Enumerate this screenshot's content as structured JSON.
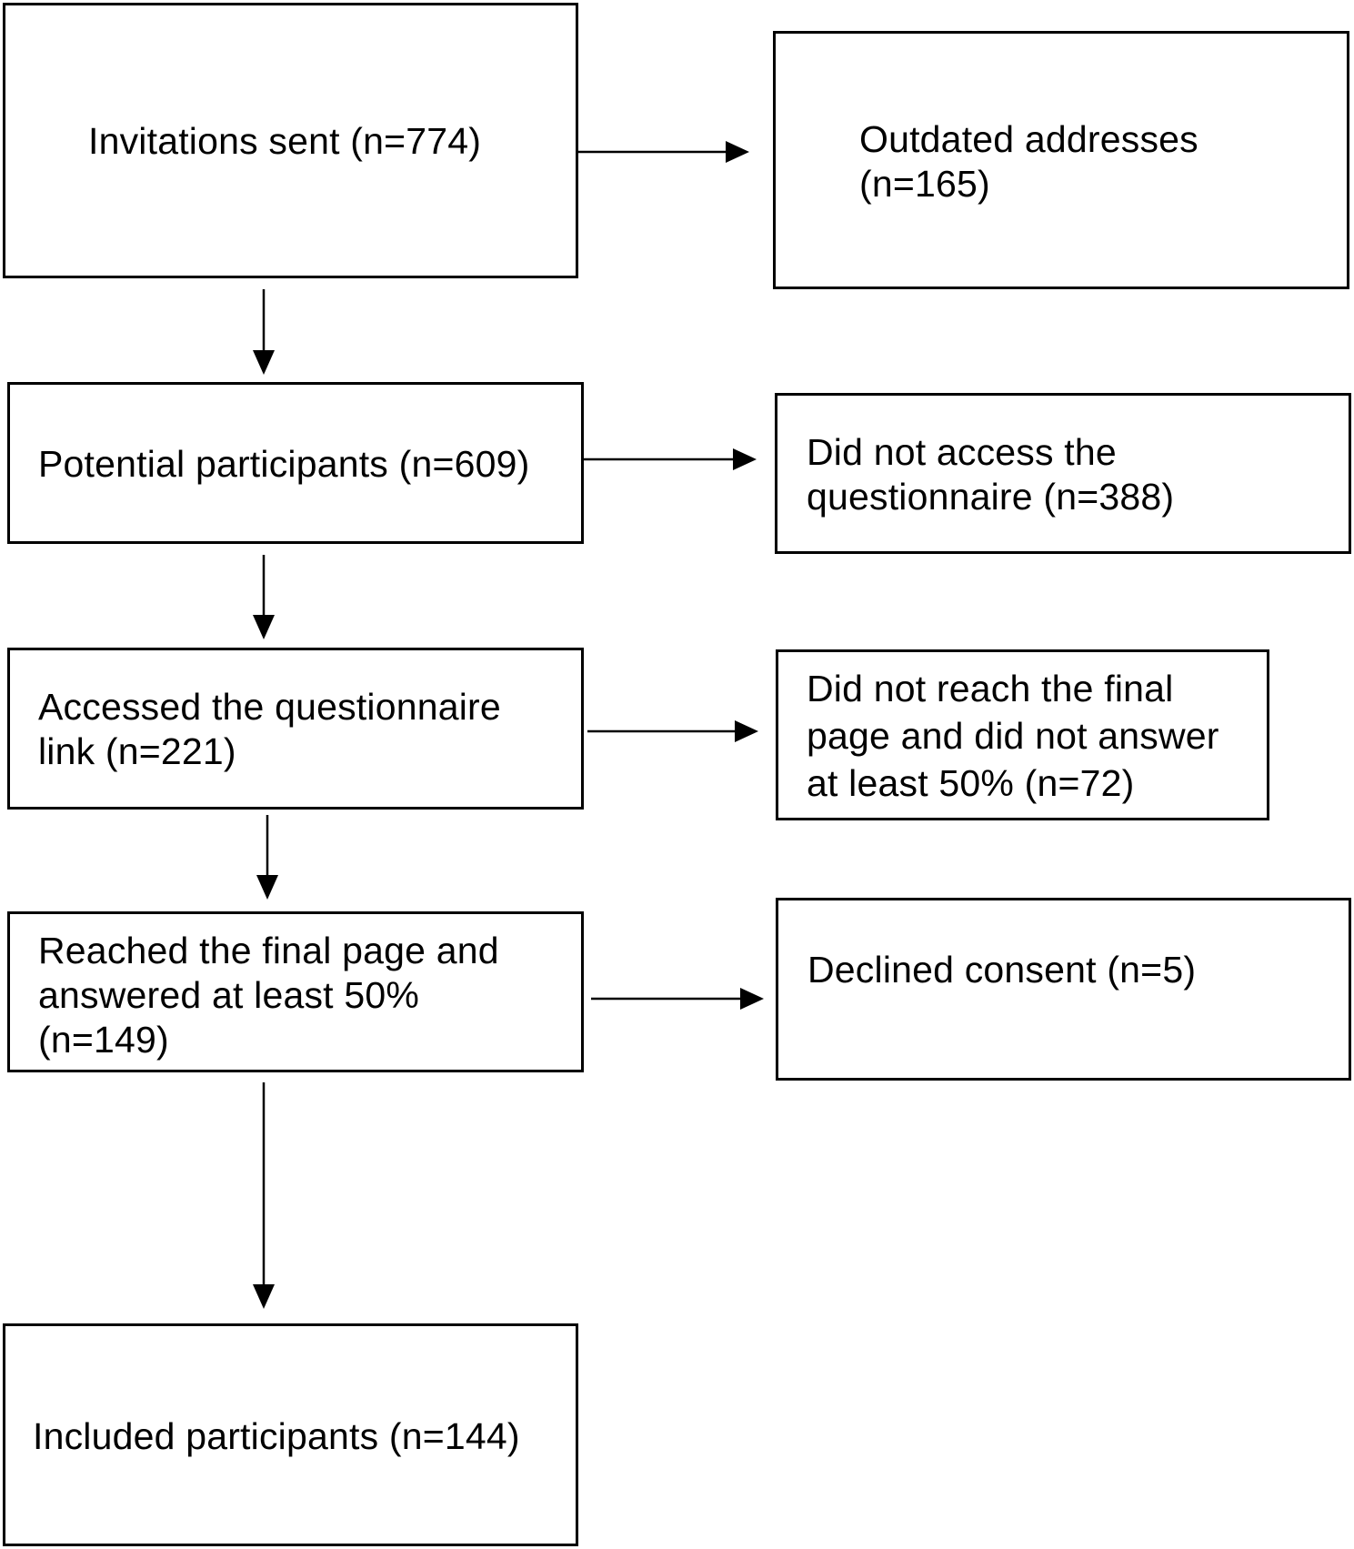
{
  "flow": {
    "main": [
      {
        "label_lines": [
          "Invitations sent (n=774)"
        ]
      },
      {
        "label_lines": [
          "Potential participants (n=609)"
        ]
      },
      {
        "label_lines": [
          "Accessed the questionnaire",
          "link (n=221)"
        ]
      },
      {
        "label_lines": [
          "Reached the final page and",
          "answered at least 50%",
          "(n=149)"
        ]
      },
      {
        "label_lines": [
          "Included participants (n=144)"
        ]
      }
    ],
    "exclusions": [
      {
        "label_lines": [
          "Outdated addresses",
          "(n=165)"
        ]
      },
      {
        "label_lines": [
          "Did not access the",
          "questionnaire (n=388)"
        ]
      },
      {
        "label_lines": [
          "Did not reach the final",
          "page and did not answer",
          "at least 50% (n=72)"
        ]
      },
      {
        "label_lines": [
          "Declined consent (n=5)"
        ]
      }
    ]
  }
}
